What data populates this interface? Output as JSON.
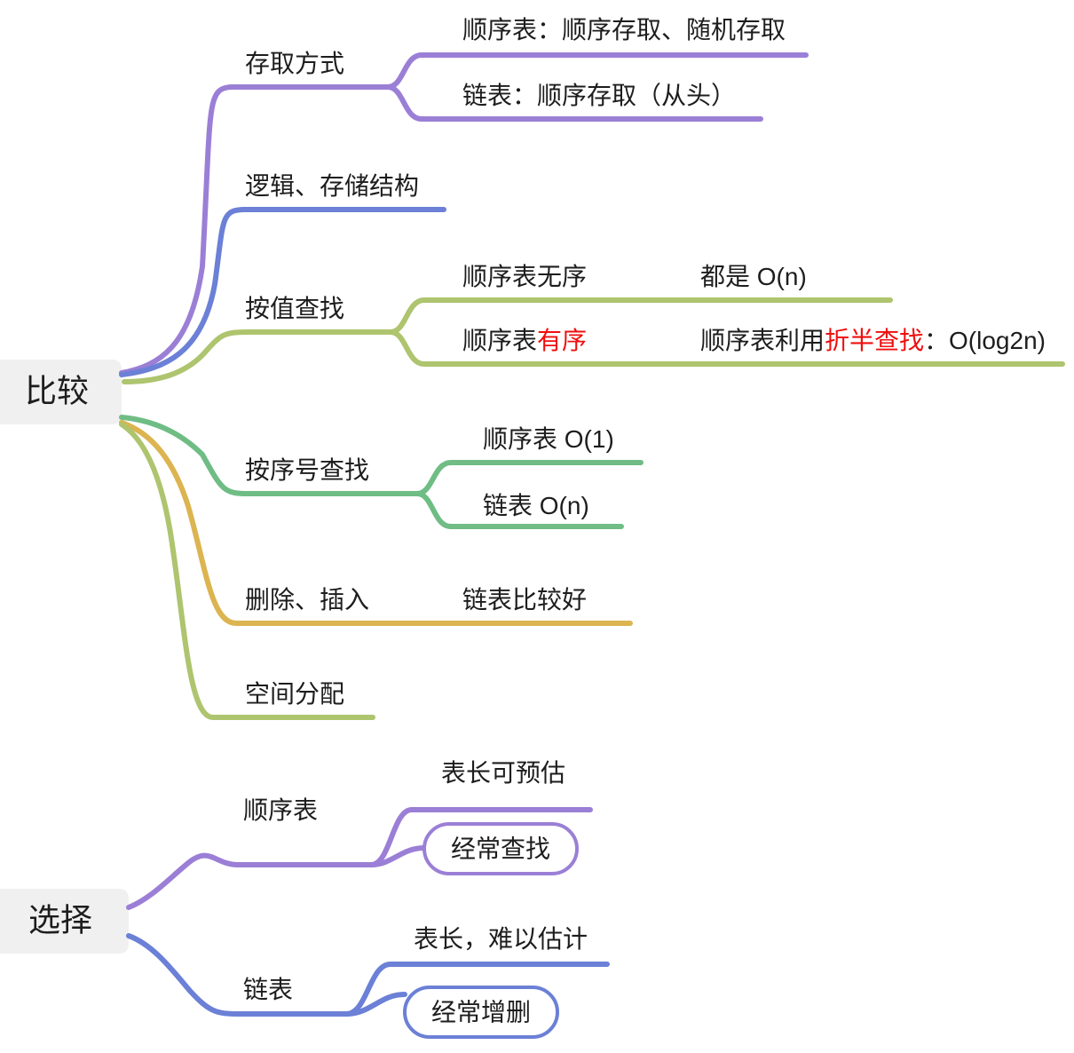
{
  "diagram": {
    "type": "mindmap",
    "title": "顺序表与链表 比较 / 选择",
    "colors": {
      "purple": "#9b7fd6",
      "blue": "#6b80d6",
      "olive": "#aec46e",
      "green": "#6fbd85",
      "orange": "#dcb450",
      "root_bg": "#f0f0f0",
      "text": "#1d1d1d",
      "highlight_red": "#ef0f0f",
      "page_bg": "#ffffff"
    },
    "roots": [
      {
        "id": "compare",
        "label": "比较",
        "branches": [
          {
            "id": "access-mode",
            "label": "存取方式",
            "color": "purple",
            "children": [
              {
                "id": "seq-access",
                "label": "顺序表：顺序存取、随机存取"
              },
              {
                "id": "link-access",
                "label": "链表：顺序存取（从头）"
              }
            ]
          },
          {
            "id": "logic-storage",
            "label": "逻辑、存储结构",
            "color": "blue",
            "children": []
          },
          {
            "id": "search-by-value",
            "label": "按值查找",
            "color": "olive",
            "children": [
              {
                "id": "seq-unordered",
                "label": "顺序表无序",
                "note": "都是 O(n)"
              },
              {
                "id": "seq-ordered",
                "label_parts": [
                  {
                    "text": "顺序表",
                    "style": "normal"
                  },
                  {
                    "text": "有序",
                    "style": "red"
                  }
                ],
                "note_parts": [
                  {
                    "text": "顺序表利用",
                    "style": "normal"
                  },
                  {
                    "text": "折半查找",
                    "style": "red"
                  },
                  {
                    "text": "：O(log2n)",
                    "style": "normal"
                  }
                ]
              }
            ]
          },
          {
            "id": "search-by-index",
            "label": "按序号查找",
            "color": "green",
            "children": [
              {
                "id": "seq-index",
                "label": "顺序表 O(1)"
              },
              {
                "id": "link-index",
                "label": "链表 O(n)"
              }
            ]
          },
          {
            "id": "delete-insert",
            "label": "删除、插入",
            "color": "orange",
            "children": [
              {
                "id": "link-better",
                "label": "链表比较好"
              }
            ]
          },
          {
            "id": "space-allocation",
            "label": "空间分配",
            "color": "olive",
            "children": []
          }
        ]
      },
      {
        "id": "choose",
        "label": "选择",
        "branches": [
          {
            "id": "choose-seqlist",
            "label": "顺序表",
            "color": "purple",
            "children": [
              {
                "id": "len-predictable",
                "label": "表长可预估",
                "shape": "line"
              },
              {
                "id": "often-search",
                "label": "经常查找",
                "shape": "pill"
              }
            ]
          },
          {
            "id": "choose-linkedlist",
            "label": "链表",
            "color": "blue",
            "children": [
              {
                "id": "len-unpredictable",
                "label": "表长，难以估计",
                "shape": "line"
              },
              {
                "id": "often-modify",
                "label": "经常增删",
                "shape": "pill"
              }
            ]
          }
        ]
      }
    ]
  }
}
